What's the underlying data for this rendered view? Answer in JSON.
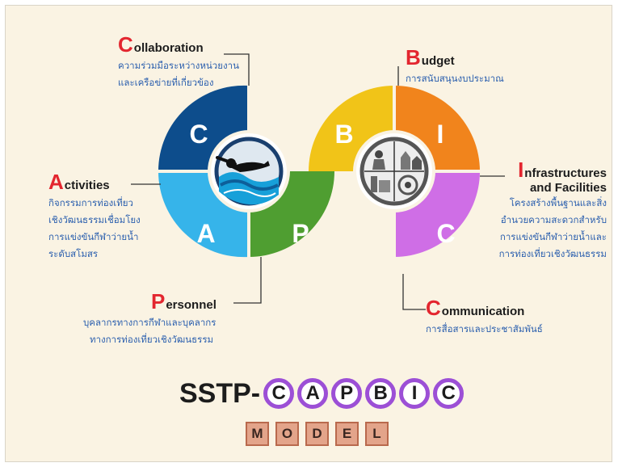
{
  "segments": {
    "left": [
      {
        "letter": "C",
        "color": "#0d4d8c"
      },
      {
        "letter": "A",
        "color": "#36b4ea"
      },
      {
        "letter": "P",
        "color": "#4f9e31"
      }
    ],
    "right": [
      {
        "letter": "B",
        "color": "#f1c418"
      },
      {
        "letter": "I",
        "color": "#f1841c"
      },
      {
        "letter": "C",
        "color": "#cf6ee6"
      }
    ]
  },
  "items": {
    "collaboration": {
      "initial": "C",
      "rest": "ollaboration",
      "desc": [
        "ความร่วมมือระหว่างหน่วยงาน",
        "และเครือข่ายที่เกี่ยวข้อง"
      ]
    },
    "activities": {
      "initial": "A",
      "rest": "ctivities",
      "desc": [
        "กิจกรรมการท่องเที่ยว",
        "เชิงวัฒนธรรมเชื่อมโยง",
        "การแข่งขันกีฬาว่ายน้ำ",
        "ระดับสโมสร"
      ]
    },
    "personnel": {
      "initial": "P",
      "rest": "ersonnel",
      "desc": [
        "บุคลากรทางการกีฬาและบุคลากร",
        "ทางการท่องเที่ยวเชิงวัฒนธรรม"
      ]
    },
    "budget": {
      "initial": "B",
      "rest": "udget",
      "desc": [
        "การสนับสนุนงบประมาณ"
      ]
    },
    "infrastructures": {
      "initial": "I",
      "rest": "nfrastructures",
      "line2": "and Facilities",
      "desc": [
        "โครงสร้างพื้นฐานและสิ่ง",
        "อำนวยความสะดวกสำหรับ",
        "การแข่งขันกีฬาว่ายน้ำและ",
        "การท่องเที่ยวเชิงวัฒนธรรม"
      ]
    },
    "communication": {
      "initial": "C",
      "rest": "ommunication",
      "desc": [
        "การสื่อสารและประชาสัมพันธ์"
      ]
    }
  },
  "model_title": {
    "prefix": "SSTP-",
    "letters": [
      "C",
      "A",
      "P",
      "B",
      "I",
      "C"
    ],
    "subtitle_letters": [
      "M",
      "O",
      "D",
      "E",
      "L"
    ]
  },
  "colors": {
    "accent_red": "#e3262f",
    "desc_blue": "#2b5fae",
    "ring_purple": "#9c4fd6",
    "model_box": "#e3a48a"
  },
  "icons": {
    "left_center": "swimmer-icon",
    "right_center": "cultural-landmarks-icon"
  }
}
